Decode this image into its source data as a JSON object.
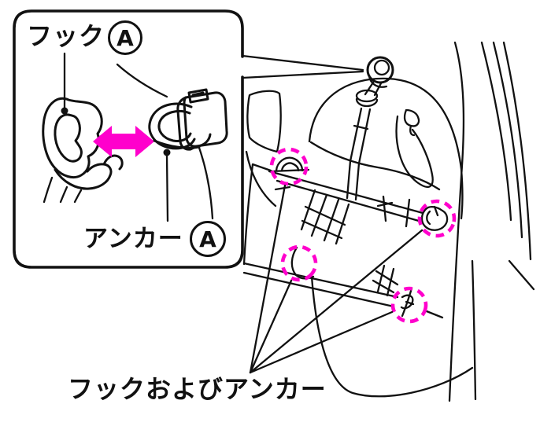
{
  "colors": {
    "line": "#111111",
    "accent": "#ff00cc",
    "background": "#ffffff"
  },
  "callout": {
    "hook_label": "フック",
    "hook_marker": "A",
    "anchor_label": "アンカー",
    "anchor_marker": "A"
  },
  "main": {
    "caption": "フックおよびアンカー",
    "highlighted_points": 4
  },
  "icons": {
    "swap_arrow": "double-headed-arrow",
    "hook_illustration": "carabiner-hook",
    "anchor_illustration": "d-ring-anchor",
    "highlight_marker": "dashed-circle"
  }
}
